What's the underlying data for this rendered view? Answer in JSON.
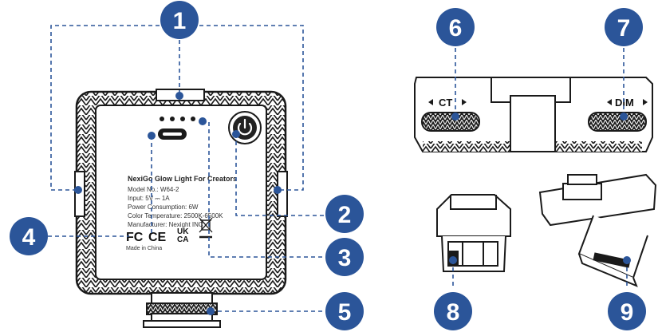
{
  "colors": {
    "accent": "#2b5599",
    "outline": "#1a1a1a",
    "leader": "#2b5599"
  },
  "callouts": [
    "1",
    "2",
    "3",
    "4",
    "5",
    "6",
    "7",
    "8",
    "9"
  ],
  "label": {
    "title": "NexiGo Glow Light For Creators",
    "model": "Model No.: W64-2",
    "input": "Input: 5V ⎓ 1A",
    "power": "Power Consumption: 6W",
    "color_temp": "Color Temperature: 2500K-6500K",
    "manufacturer": "Manufacturer: Nexight INC",
    "origin": "Made in China",
    "cert_fc": "FC",
    "cert_ce": "CE",
    "cert_ukca_top": "UK",
    "cert_ukca_bottom": "CA"
  },
  "top_view": {
    "ct_label": "CT",
    "dim_label": "DIM"
  }
}
